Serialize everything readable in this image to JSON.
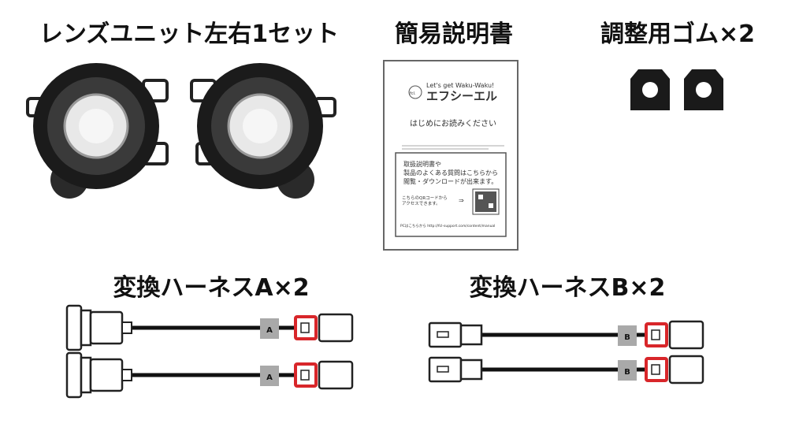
{
  "titles": {
    "lens": "レンズユニット左右1セット",
    "manual": "簡易説明書",
    "rubber": "調整用ゴム×2",
    "harness_a": "変換ハーネスA×2",
    "harness_b": "変換ハーネスB×2"
  },
  "manual": {
    "slogan": "Let's get Waku-Waku!",
    "brand": "エフシーエル",
    "logo_badge": "fcl.",
    "heading": "はじめにお読みください",
    "box_line1": "取扱説明書や",
    "box_line2": "製品のよくある質問はこちらから",
    "box_line3": "閲覧・ダウンロードが出来ます。",
    "qr_text1": "こちらのQRコードから",
    "qr_text2": "アクセスできます。",
    "arrow": "⇒",
    "footer": "PCはこちらから http://fcl-support.com/content/manual"
  },
  "labels": {
    "a": "A",
    "b": "B"
  },
  "colors": {
    "connector_red": "#d8262a",
    "tag_gray": "#a9a9a9"
  }
}
